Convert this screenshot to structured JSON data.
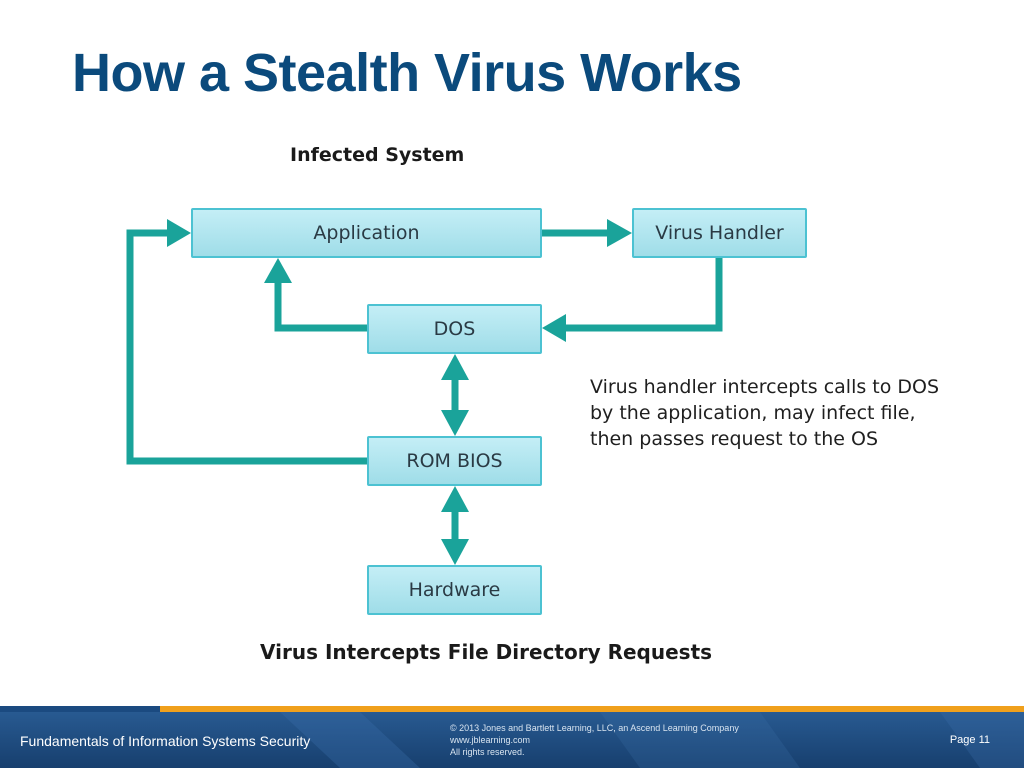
{
  "slide": {
    "title": "How a Stealth Virus Works"
  },
  "diagram": {
    "title": "Infected System",
    "boxes": {
      "application": "Application",
      "virus_handler": "Virus Handler",
      "dos": "DOS",
      "rom_bios": "ROM BIOS",
      "hardware": "Hardware"
    },
    "annotation": [
      "Virus handler intercepts calls to DOS",
      "by the application, may infect file,",
      "then passes request to the OS"
    ],
    "caption": "Virus Intercepts File Directory Requests"
  },
  "footer": {
    "course": "Fundamentals of Information Systems Security",
    "copyright": [
      "© 2013 Jones and Bartlett Learning, LLC, an Ascend Learning Company",
      "www.jblearning.com",
      "All rights reserved."
    ],
    "page": "Page 11"
  },
  "colors": {
    "title": "#0b4a7c",
    "arrow": "#1aa39a",
    "box_fill": "#b6e8f0",
    "box_border": "#4cc2d2",
    "footer_bg": "#1e4e85",
    "footer_accent": "#f0a01c"
  }
}
